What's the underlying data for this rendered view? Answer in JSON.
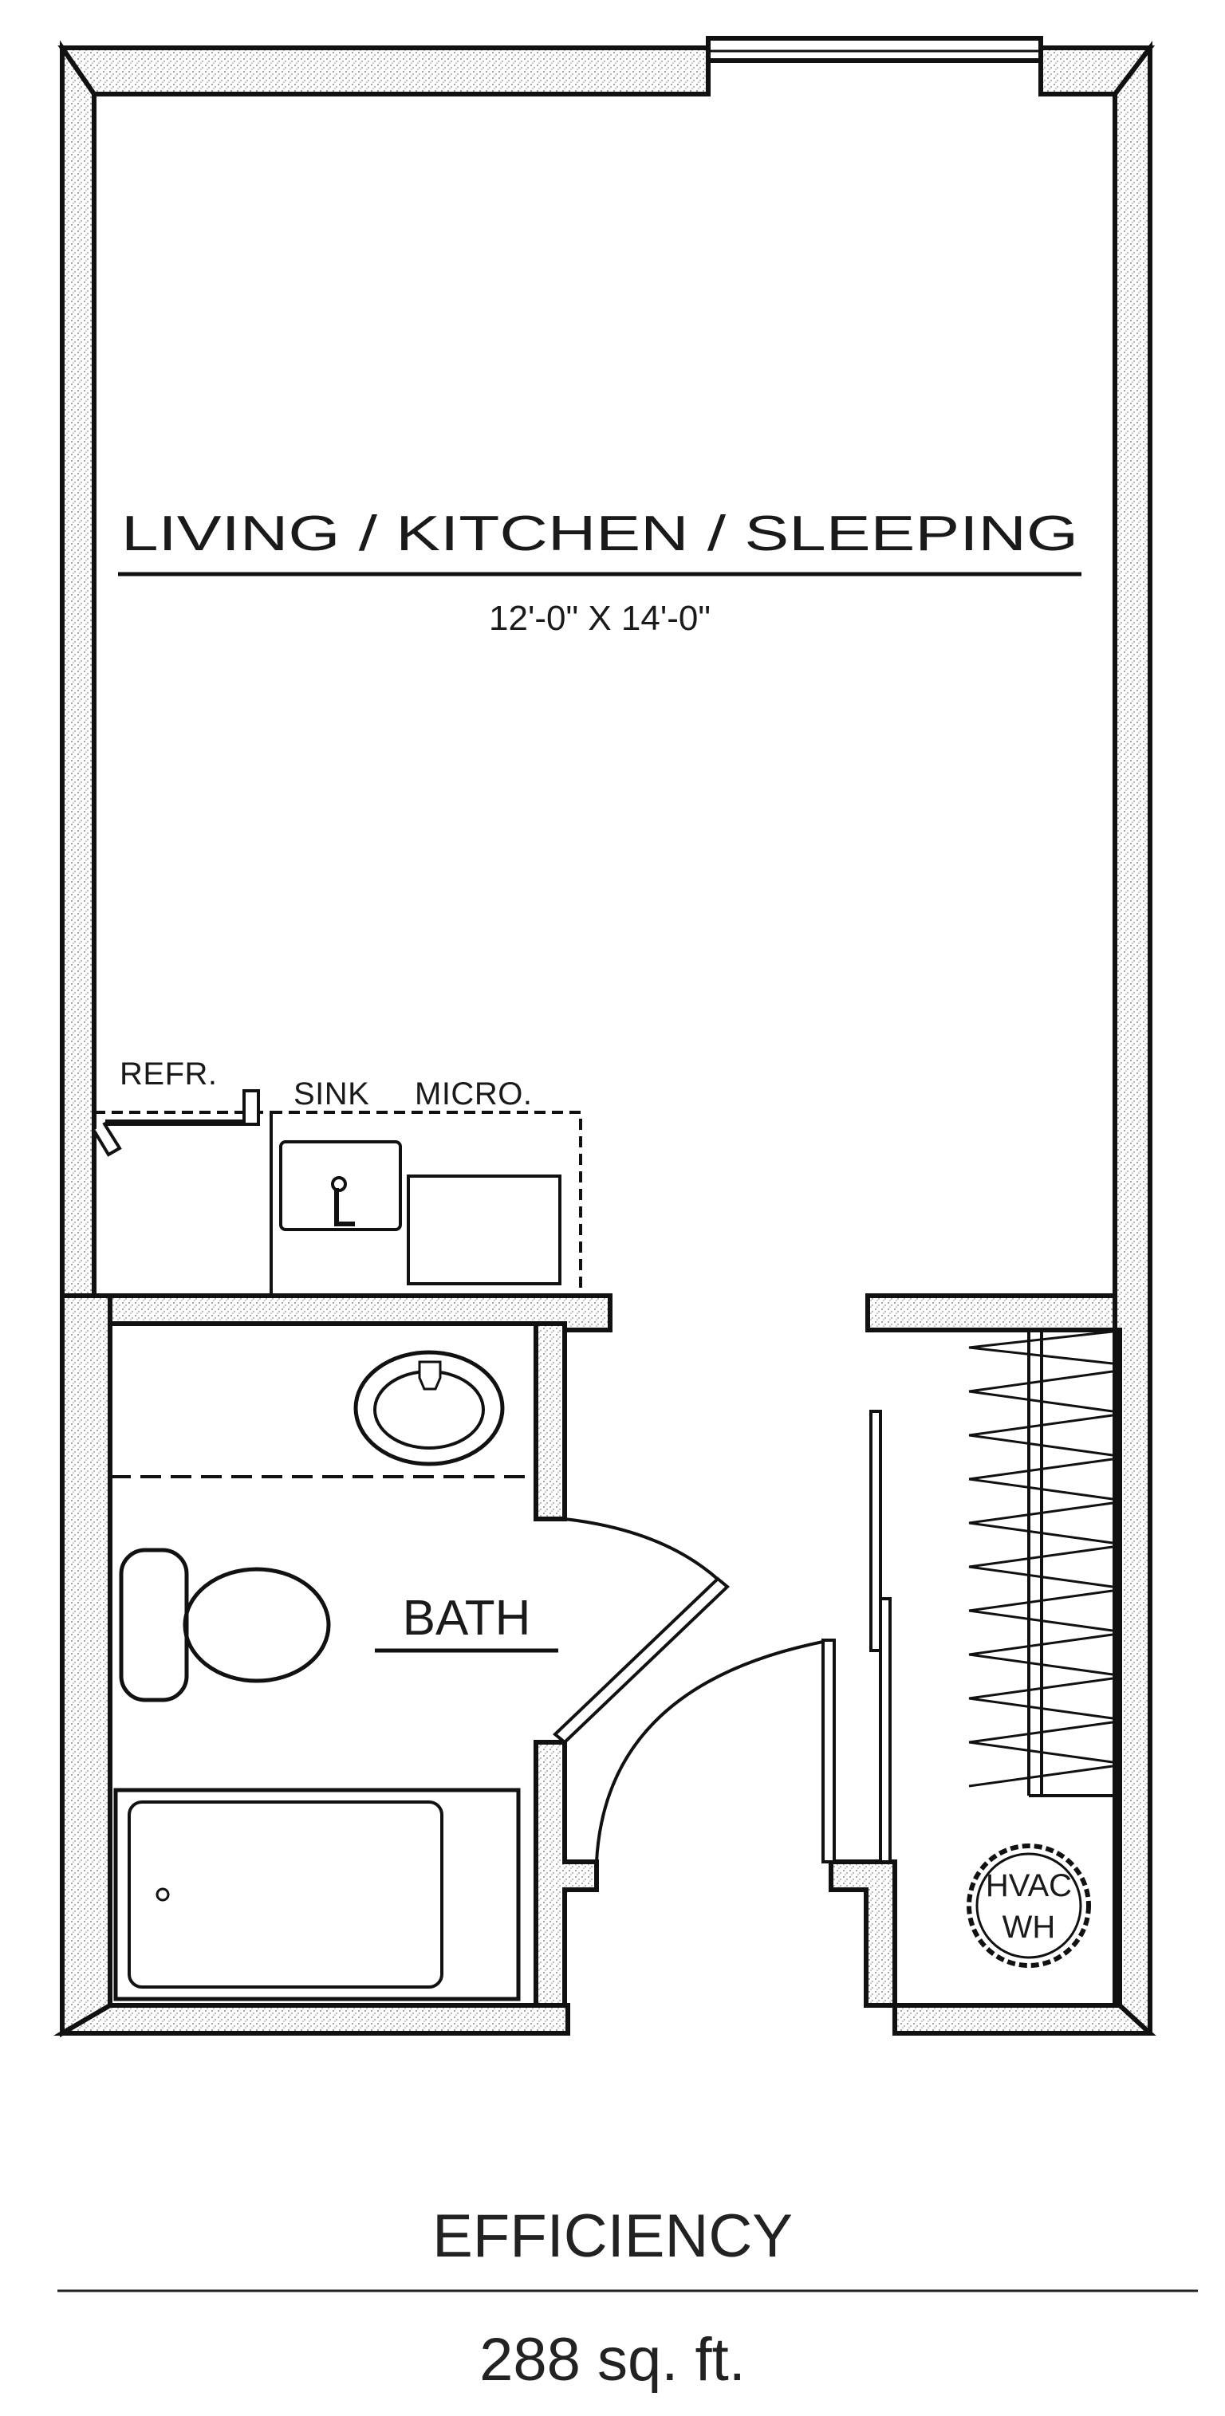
{
  "plan": {
    "rooms": {
      "main": {
        "name": "LIVING / KITCHEN / SLEEPING",
        "dimensions": "12'-0\" X 14'-0\""
      },
      "bath": {
        "name": "BATH"
      }
    },
    "fixtures": {
      "refrigerator": "REFR.",
      "sink": "SINK",
      "microwave": "MICRO.",
      "hvac_line1": "HVAC",
      "hvac_line2": "WH"
    }
  },
  "caption": {
    "unit_type": "EFFICIENCY",
    "area": "288 sq. ft."
  },
  "colors": {
    "wall_outline": "#111111",
    "wall_hatch": "#8a8a8a",
    "background": "#ffffff"
  }
}
